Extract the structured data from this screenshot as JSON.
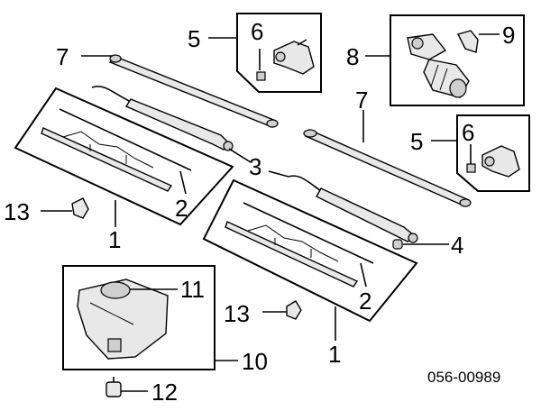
{
  "diagram_code": "056-00989",
  "callouts": {
    "wiper_blade_left": "1",
    "wiper_blade_right": "1",
    "blade_refill_left": "2",
    "blade_refill_right": "2",
    "wiper_arm_linkage": "3",
    "arm_cap_nut": "4",
    "pivot_box_top": "5",
    "pivot_box_right": "5",
    "pivot_nut_top": "6",
    "pivot_nut_right": "6",
    "linkage_rod_left": "7",
    "linkage_rod_right": "7",
    "wiper_motor": "8",
    "motor_bracket": "9",
    "washer_tank": "10",
    "tank_cap": "11",
    "washer_pump": "12",
    "clip_left": "13",
    "clip_center": "13"
  }
}
